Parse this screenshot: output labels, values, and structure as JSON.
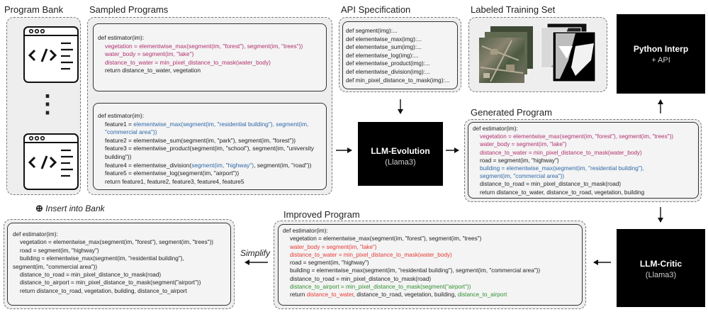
{
  "titles": {
    "program_bank": "Program Bank",
    "sampled_programs": "Sampled Programs",
    "api_spec": "API Specification",
    "labeled_training": "Labeled Training Set",
    "generated_program": "Generated Program",
    "improved_program": "Improved Program"
  },
  "bank_ellipsis": "⋮",
  "blocks": {
    "python_title": "Python Interp",
    "python_sub": "+ API",
    "evolution_title": "LLM-Evolution",
    "evolution_sub": "(Llama3)",
    "critic_title": "LLM-Critic",
    "critic_sub": "(Llama3)"
  },
  "labels": {
    "insert_symbol": "⊕",
    "insert_text": "Insert into Bank",
    "simplify": "Simplify"
  },
  "sampled1": {
    "l0": "def estimator(im):",
    "l1": "vegetation = elementwise_max(segment(im, \"forest\"), segment(im, \"trees\"))",
    "l2": "water_body = segment(im, \"lake\")",
    "l3": "distance_to_water = min_pixel_distance_to_mask(water_body)",
    "l4": "return distance_to_water, vegetation"
  },
  "sampled2": {
    "l0": "def estimator(im):",
    "l1a": "feature1 = ",
    "l1b": "elementwise_max(segment(im, \"residential building\"), segment(im, \"commercial area\"))",
    "l2": "feature2 = elementwise_sum(segment(im, \"park\"), segment(im, \"forest\"))",
    "l3": "feature3 = elementwise_product(segment(im, \"school\"), segment(im, \"university building\"))",
    "l4a": "feature4 = elementwise_division(",
    "l4b": "segment(im, \"highway\")",
    "l4c": ", segment(im, \"road\"))",
    "l5": "feature5 = elementwise_log(segment(im, \"airport\"))",
    "l6": "return feature1, feature2, feature3, feature4, feature5"
  },
  "api": [
    "def segment(img):...",
    "def elementwise_max(img):...",
    "def elementwise_sum(img):...",
    "def elementwise_log(img):...",
    "def elementwise_product(img):...",
    "def elementwise_division(img):...",
    "def min_pixel_distance_to_mask(img):..."
  ],
  "generated": {
    "l0": "def estimator(im):",
    "l1": "vegetation = elementwise_max(segment(im, \"forest\"), segment(im, \"trees\"))",
    "l2": "water_body = segment(im, \"lake\")",
    "l3": "distance_to_water = min_pixel_distance_to_mask(water_body)",
    "l4": "road = segment(im, \"highway\")",
    "l5": "building = elementwise_max(segment(im, \"residential building\"),",
    "l6": "segment(im, \"commercial area\"))",
    "l7": "distance_to_road = min_pixel_distance_to_mask(road)",
    "l8": "return distance_to_water, distance_to_road, vegetation, building"
  },
  "improved": {
    "l0": "def estimator(im):",
    "l1": "vegetation = elementwise_max(segment(im, \"forest\"), segment(im, \"trees\")",
    "l2": "water_body = segment(im, \"lake\")",
    "l3": "distance_to_water = min_pixel_distance_to_mask(water_body)",
    "l4": "road = segment(im, \"highway\")",
    "l5": "building = elementwise_max(segment(im, \"residential building\"), segment(im, \"commercial area\"))",
    "l6": "distance_to_road = min_pixel_distance_to_mask(road)",
    "l7": "distance_to_airport = min_pixel_distance_to_mask(segment(\"airport\"))",
    "l8a": "return ",
    "l8b": "distance_to_water",
    "l8c": ", distance_to_road, vegetation, building, ",
    "l8d": "distance_to_airport"
  },
  "simplified": {
    "l0": "def estimator(im):",
    "l1": "vegetation = elementwise_max(segment(im, \"forest\"), segment(im, \"trees\"))",
    "l2": "road = segment(im, \"highway\")",
    "l3": "building = elementwise_max(segment(im, \"residential building\"),",
    "l4": "segment(im, \"commercial area\"))",
    "l5": "distance_to_road = min_pixel_distance_to_mask(road)",
    "l6": "distance_to_airport = min_pixel_distance_to_mask(segment(\"airport\"))",
    "l7": "return distance_to_road, vegetation, building, distance_to_airport"
  },
  "colors": {
    "magenta": "#b0306e",
    "blue": "#2e68a8",
    "red": "#e53935",
    "green": "#2f8f2f",
    "block": "#000000"
  }
}
